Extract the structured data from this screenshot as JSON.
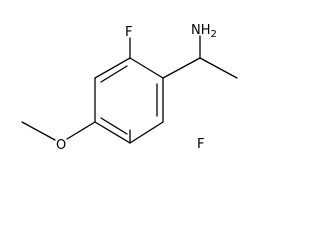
{
  "molecule": {
    "atoms": {
      "amine": "NH2",
      "fluorine_top": "F",
      "fluorine_bottom": "F",
      "oxygen": "O"
    }
  }
}
